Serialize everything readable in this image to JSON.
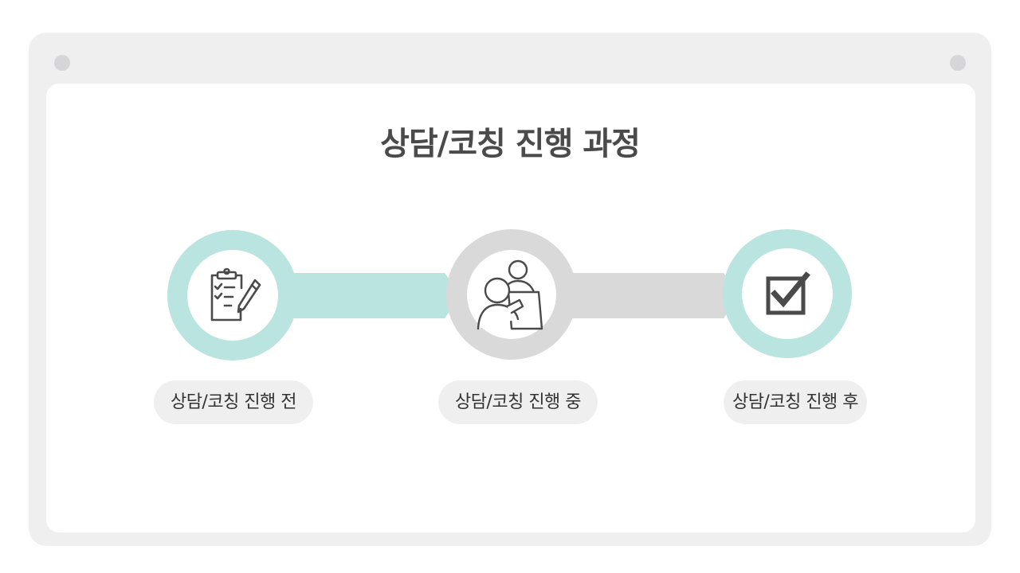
{
  "title": "상담/코칭 진행 과정",
  "steps": [
    {
      "label": "상담/코칭 진행 전",
      "icon": "clipboard-checklist-pencil-icon",
      "color": "#b9e4df"
    },
    {
      "label": "상담/코칭 진행 중",
      "icon": "two-people-consultation-icon",
      "color": "#d9d9d9"
    },
    {
      "label": "상담/코칭 진행 후",
      "icon": "checked-box-icon",
      "color": "#b9e4df"
    }
  ],
  "colors": {
    "accent_mint": "#b9e4df",
    "accent_gray": "#d9d9d9",
    "frame": "#efeff0",
    "text": "#4a4a4a"
  }
}
